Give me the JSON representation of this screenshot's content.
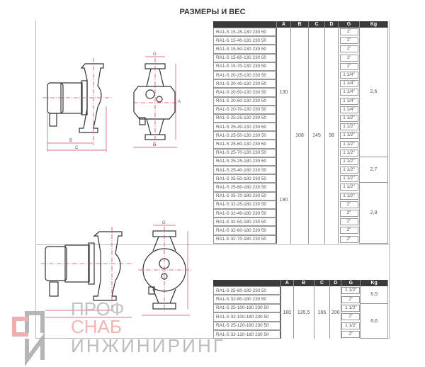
{
  "title": "РАЗМЕРЫ И ВЕС",
  "headers": [
    "",
    "A",
    "B",
    "C",
    "D",
    "G",
    "Kg"
  ],
  "dimension_labels": {
    "a": "A",
    "b": "B",
    "c": "C",
    "d": "D",
    "g": "G"
  },
  "table1": {
    "rows": [
      {
        "model": "RA1-S 15-25-130 230 50",
        "g": "1\""
      },
      {
        "model": "RA1-S 15-40-130 230 50",
        "g": "1\""
      },
      {
        "model": "RA1-S 15-50-130 230 50",
        "g": "1\""
      },
      {
        "model": "RA1-S 15-60-130 230 50",
        "g": "1\""
      },
      {
        "model": "RA1-S 15-70-130 230 50",
        "g": "1\""
      },
      {
        "model": "RA1-S 20-25-130 230 50",
        "g": "1 1/4\""
      },
      {
        "model": "RA1-S 20-40-130 230 50",
        "g": "1 1/4\""
      },
      {
        "model": "RA1-S 20-50-130 230 50",
        "g": "1 1/4\""
      },
      {
        "model": "RA1-S 20-60-130 230 50",
        "g": "1 1/4\""
      },
      {
        "model": "RA1-S 20-70-130 230 50",
        "g": "1 1/4\""
      },
      {
        "model": "RA1-S 25-25-130 230 50",
        "g": "1 1/2\""
      },
      {
        "model": "RA1-S 25-40-130 230 50",
        "g": "1 1/2\""
      },
      {
        "model": "RA1-S 25-50-130 230 50",
        "g": "1 1/2\""
      },
      {
        "model": "RA1-S 25-60-130 230 50",
        "g": "1 1/2\""
      },
      {
        "model": "RA1-S 25-70-130 230 50",
        "g": "1 1/2\""
      },
      {
        "model": "RA1-S 25-25-180 230 50",
        "g": "1 1/2\""
      },
      {
        "model": "RA1-S 25-40-180 230 50",
        "g": "1 1/2\""
      },
      {
        "model": "RA1-S 25-50-180 230 50",
        "g": "1 1/2\""
      },
      {
        "model": "RA1-S 25-60-180 230 50",
        "g": "1 1/2\""
      },
      {
        "model": "RA1-S 25-70-180 230 50",
        "g": "1 1/2\""
      },
      {
        "model": "RA1-S 32-25-180 230 50",
        "g": "2\""
      },
      {
        "model": "RA1-S 32-40-180 230 50",
        "g": "2\""
      },
      {
        "model": "RA1-S 32-50-180 230 50",
        "g": "2\""
      },
      {
        "model": "RA1-S 32-60-180 230 50",
        "g": "2\""
      },
      {
        "model": "RA1-S 32-70-180 230 50",
        "g": "2\""
      }
    ],
    "a": [
      {
        "value": "130",
        "span": 15
      },
      {
        "value": "180",
        "span": 10
      }
    ],
    "b": [
      {
        "value": "108",
        "span": 25
      }
    ],
    "c": [
      {
        "value": "145",
        "span": 25
      }
    ],
    "d": [
      {
        "value": "98",
        "span": 25
      }
    ],
    "kg": [
      {
        "value": "2,6",
        "span": 15
      },
      {
        "value": "2,7",
        "span": 3
      },
      {
        "value": "2,8",
        "span": 7
      }
    ]
  },
  "table2": {
    "rows": [
      {
        "model": "RA1-S 25-80-180 230 50",
        "g": "1 1/2\""
      },
      {
        "model": "RA1-S 32-80-180 230 50",
        "g": "2\""
      },
      {
        "model": "RA1-S 25-100-180 230 50",
        "g": "1 1/2\""
      },
      {
        "model": "RA1-S 32-100-180 230 50",
        "g": "2\""
      },
      {
        "model": "RA1-S 25-120-180 230 50",
        "g": "1 1/2\""
      },
      {
        "model": "RA1-S 32-120-180 230 50",
        "g": "2\""
      }
    ],
    "a": [
      {
        "value": "180",
        "span": 6
      }
    ],
    "b": [
      {
        "value": "135,5",
        "span": 6
      }
    ],
    "c": [
      {
        "value": "166",
        "span": 6
      }
    ],
    "d": [
      {
        "value": "206",
        "span": 6
      }
    ],
    "kg": [
      {
        "value": "6,5",
        "span": 2
      },
      {
        "value": "6,6",
        "span": 4
      }
    ]
  },
  "watermark": {
    "line1": "ПРОФ",
    "line2": "СНАБ",
    "line3": "ИНЖИНИРИНГ"
  },
  "colors": {
    "dimension": "#e0405a",
    "header": "#3a3a3a",
    "watermark_red": "#f0a0a0",
    "watermark_gray": "#b0b0b0"
  }
}
